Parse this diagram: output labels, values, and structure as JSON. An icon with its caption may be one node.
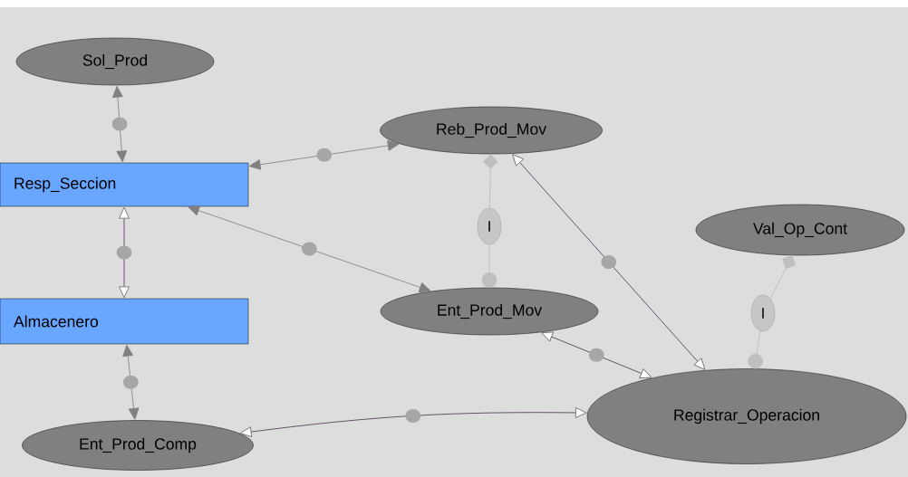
{
  "diagram": {
    "nodes": [
      {
        "text": [
          "Sol_Prod"
        ]
      },
      {
        "text": [
          "Reb_Prod_Mov"
        ]
      },
      {
        "text": [
          "Resp_Seccion"
        ]
      },
      {
        "text": [
          "Val_Op_Cont"
        ]
      },
      {
        "text": [
          "I"
        ]
      },
      {
        "text": [
          "Almacenero"
        ]
      },
      {
        "text": [
          "Ent_Prod_Mov"
        ]
      },
      {
        "text": [
          "I"
        ]
      },
      {
        "text": [
          "Registrar_Operacion"
        ]
      },
      {
        "text": [
          "Ent_Prod_Comp"
        ]
      }
    ],
    "edges": [
      {
        "from": 0,
        "to": 2,
        "arrow": "both"
      },
      {
        "from": 1,
        "to": 2,
        "arrow": "both"
      },
      {
        "from": 2,
        "to": 6,
        "arrow": "both"
      },
      {
        "from": 2,
        "to": 5,
        "arrow": "both",
        "color": "#4a3550"
      },
      {
        "from": 5,
        "to": 9,
        "arrow": "both"
      },
      {
        "from": 1,
        "to": 8,
        "arrow": "both",
        "color": "#4a3550"
      },
      {
        "from": 6,
        "to": 8,
        "arrow": "both",
        "color": "#4a3550"
      },
      {
        "from": 9,
        "to": 8,
        "arrow": "both",
        "color": "#4a3550"
      },
      {
        "from": 1,
        "to": 4,
        "arrow": "other",
        "color": "#bcbcbc"
      },
      {
        "from": 4,
        "to": 6,
        "arrow": "other",
        "color": "#bcbcbc"
      },
      {
        "from": 3,
        "to": 7,
        "arrow": "other",
        "color": "#bcbcbc"
      },
      {
        "from": 7,
        "to": 8,
        "arrow": "other",
        "color": "#bcbcbc"
      }
    ]
  }
}
